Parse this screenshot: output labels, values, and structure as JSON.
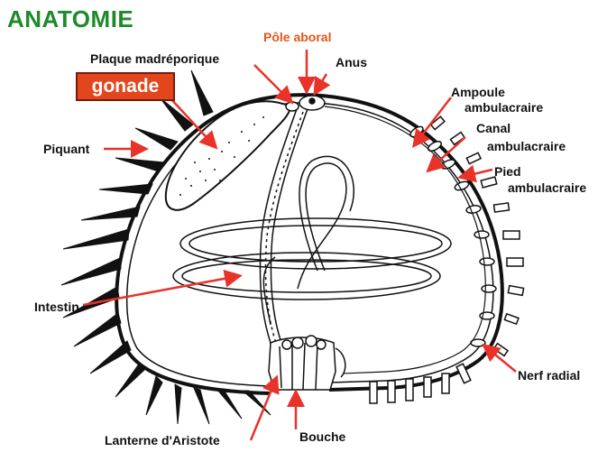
{
  "title": "ANATOMIE",
  "colors": {
    "title_green": "#1e8a2a",
    "arrow_red": "#e8322a",
    "pole_label": "#e2571b",
    "gonade_box": "#e2461d",
    "outline": "#111111"
  },
  "labels": {
    "pole_aboral": "Pôle aboral",
    "plaque": "Plaque madréporique",
    "anus": "Anus",
    "gonade": "gonade",
    "piquant": "Piquant",
    "ampoule_1": "Ampoule",
    "ampoule_2": "ambulacraire",
    "canal_1": "Canal",
    "canal_2": "ambulacraire",
    "pied_1": "Pied",
    "pied_2": "ambulacraire",
    "intestin": "Intestin",
    "nerf": "Nerf radial",
    "lanterne": "Lanterne d'Aristote",
    "bouche": "Bouche"
  }
}
